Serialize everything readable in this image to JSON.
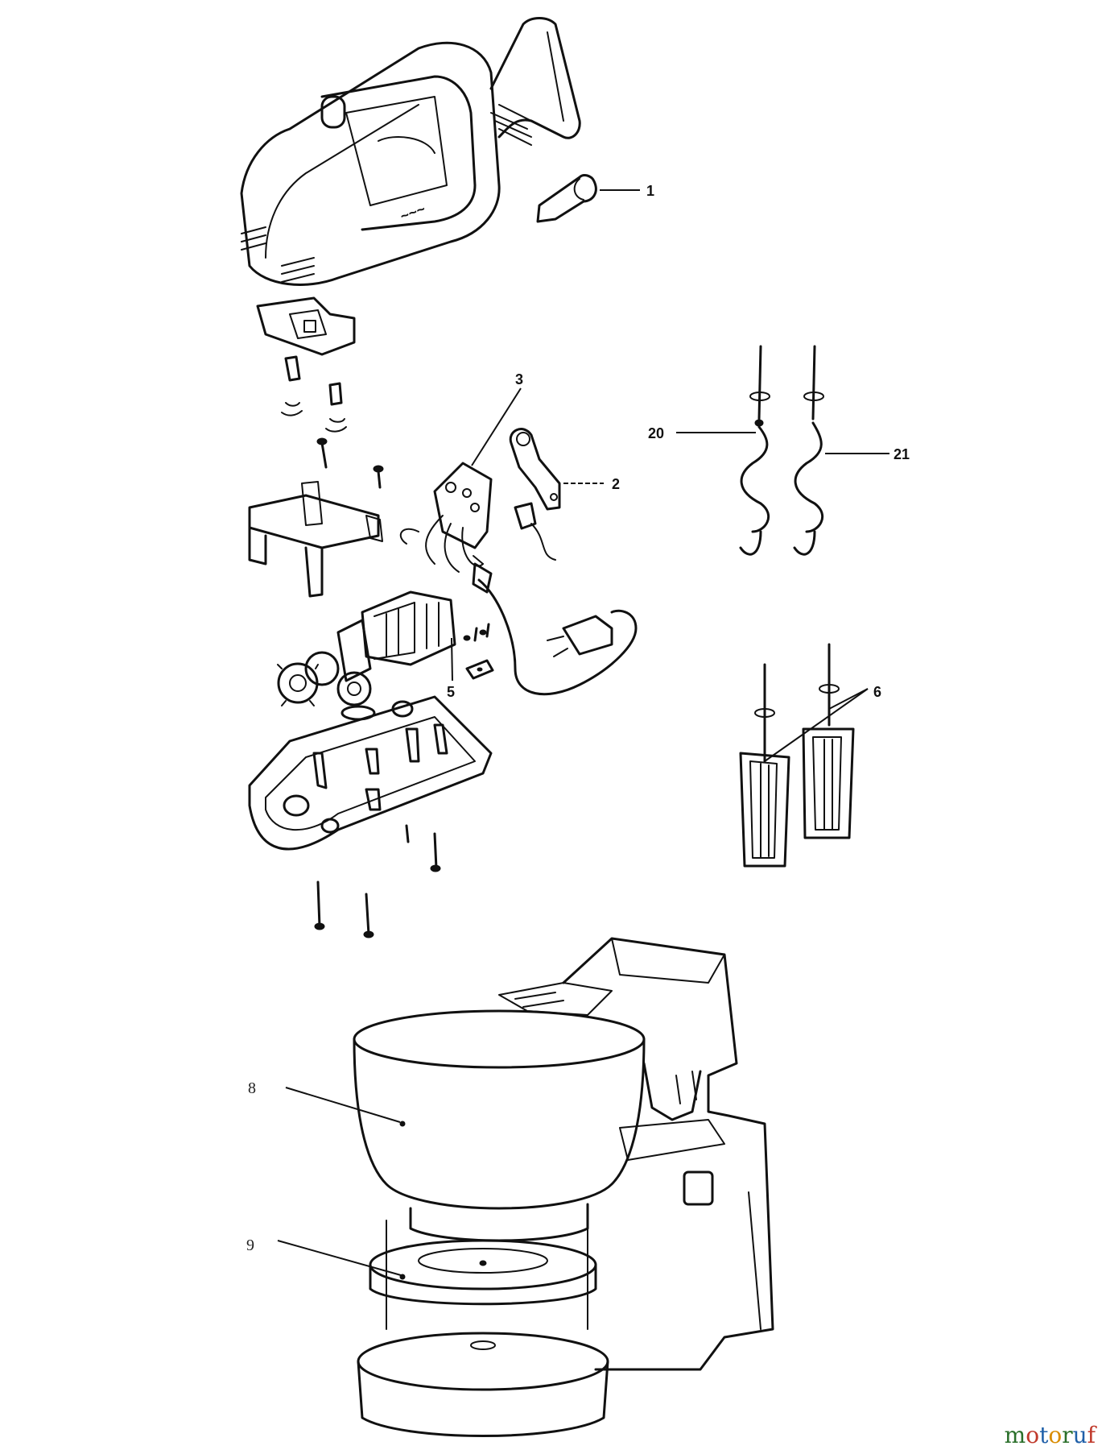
{
  "callouts": {
    "c1": "1",
    "c2": "2",
    "c3": "3",
    "c5": "5",
    "c6": "6",
    "c8": "8",
    "c9": "9",
    "c20": "20",
    "c21": "21"
  },
  "watermark": {
    "text": "motoruf",
    "colors": [
      "#2a6f2a",
      "#c0392b",
      "#1f5fa8",
      "#d98c00",
      "#2a6f2a",
      "#1f5fa8",
      "#c0392b"
    ]
  }
}
